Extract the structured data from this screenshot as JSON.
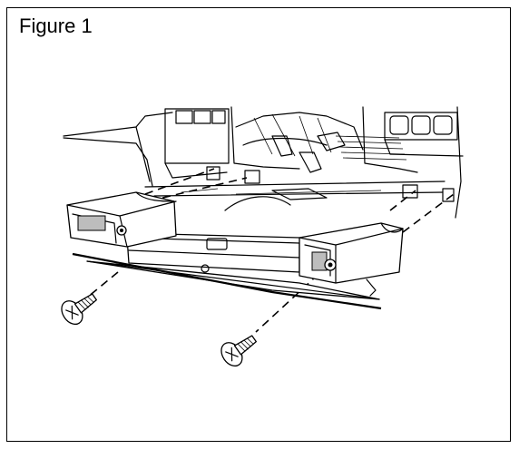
{
  "figure": {
    "label": "Figure 1"
  },
  "illustration": {
    "icon": "bracket-installation-diagram",
    "parts": [
      "dashboard-background",
      "mounting-bracket",
      "screw-left",
      "screw-right"
    ]
  }
}
